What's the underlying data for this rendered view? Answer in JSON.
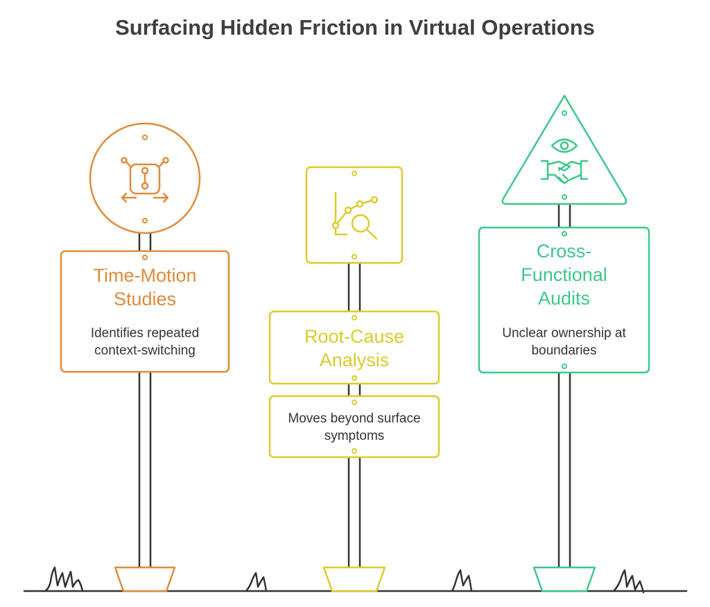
{
  "title": "Surfacing Hidden Friction in Virtual Operations",
  "colors": {
    "orange": "#e08a3a",
    "yellow": "#dccb2a",
    "green": "#3cc88a",
    "post": "#333333"
  },
  "signs": [
    {
      "heading": "Time-Motion Studies",
      "description": "Identifies repeated context-switching",
      "icon": "flow-arrows-icon",
      "color": "#e08a3a"
    },
    {
      "heading": "Root-Cause Analysis",
      "description": "Moves beyond surface symptoms",
      "icon": "chart-magnifier-icon",
      "color": "#dccb2a"
    },
    {
      "heading": "Cross-Functional Audits",
      "description": "Unclear ownership at boundaries",
      "icon": "eye-handshake-icon",
      "color": "#3cc88a"
    }
  ]
}
